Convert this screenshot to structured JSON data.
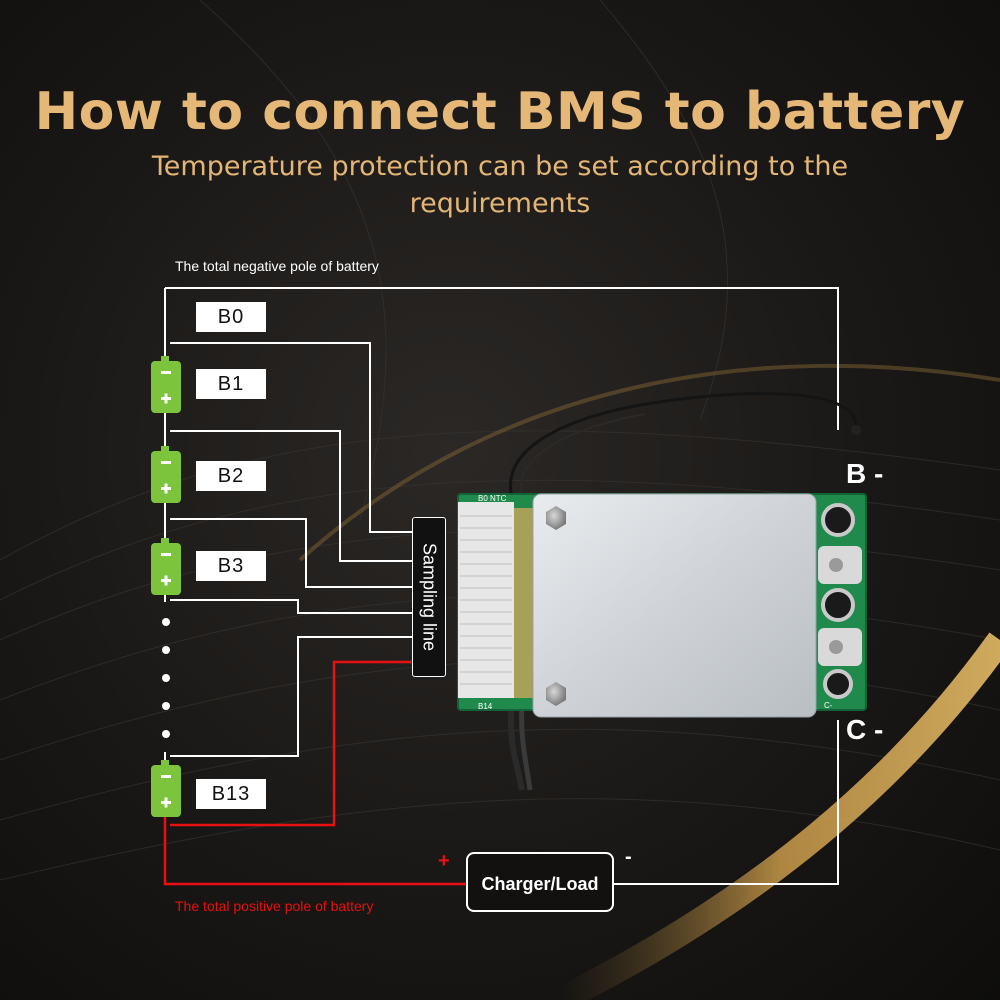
{
  "title": "How to connect BMS to battery",
  "subtitle": "Temperature protection can be set according to the requirements",
  "negative_note": "The total negative pole of battery",
  "positive_note": "The total positive pole of battery",
  "cell_labels": [
    "B0",
    "B1",
    "B2",
    "B3",
    "B13"
  ],
  "sampling_label": "Sampling line",
  "charger_label": "Charger/Load",
  "plus_sign": "+",
  "minus_sign": "-",
  "b_minus": "B -",
  "c_minus": "C -",
  "board_silkscreen": [
    "B0",
    "NTC",
    "B14",
    "C-"
  ],
  "colors": {
    "title": "#e6b877",
    "battery": "#7cc43b",
    "positive_wire": "#e81010",
    "wire": "#ffffff",
    "background": "#151312"
  }
}
